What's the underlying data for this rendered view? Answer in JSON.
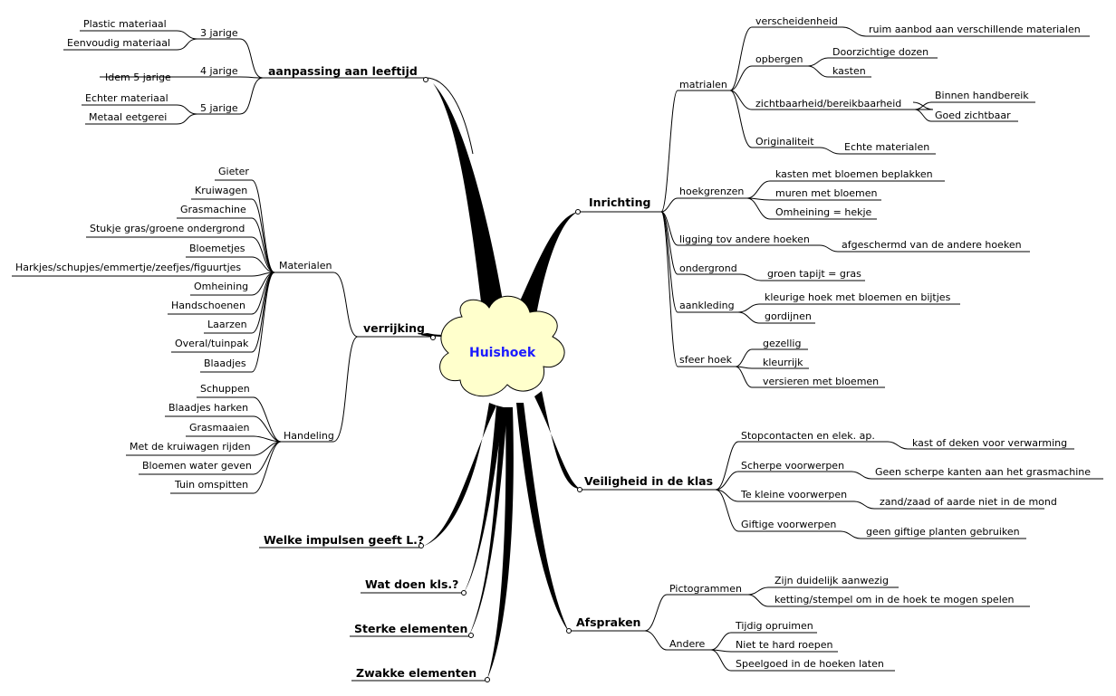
{
  "center": {
    "label": "Huishoek",
    "fill": "#ffffcc",
    "text_color": "#1a1aff"
  },
  "branches": {
    "aanpassing": {
      "label": "aanpassing aan leeftijd",
      "subs": [
        {
          "label": "3 jarige",
          "items": [
            "Plastic materiaal",
            "Eenvoudig materiaal"
          ]
        },
        {
          "label": "4 jarige",
          "items": [
            "Idem 5 jarige"
          ]
        },
        {
          "label": "5 jarige",
          "items": [
            "Echter materiaal",
            "Metaal eetgerei"
          ]
        }
      ]
    },
    "verrijking": {
      "label": "verrijking",
      "subs": [
        {
          "label": "Materialen",
          "items": [
            "Gieter",
            "Kruiwagen",
            "Grasmachine",
            "Stukje gras/groene ondergrond",
            "Bloemetjes",
            "Harkjes/schupjes/emmertje/zeefjes/figuurtjes",
            "Omheining",
            "Handschoenen",
            "Laarzen",
            "Overal/tuinpak",
            "Blaadjes"
          ]
        },
        {
          "label": "Handeling",
          "items": [
            "Schuppen",
            "Blaadjes harken",
            "Grasmaaien",
            "Met de kruiwagen rijden",
            "Bloemen water geven",
            "Tuin omspitten"
          ]
        }
      ]
    },
    "impulsen": {
      "label": "Welke impulsen geeft L.?"
    },
    "watdoen": {
      "label": "Wat doen kls.?"
    },
    "sterke": {
      "label": "Sterke elementen"
    },
    "zwakke": {
      "label": "Zwakke elementen"
    },
    "inrichting": {
      "label": "Inrichting",
      "subs": [
        {
          "label": "matrialen",
          "subs": [
            {
              "label": "verscheidenheid",
              "items": [
                "ruim aanbod aan verschillende materialen"
              ]
            },
            {
              "label": "opbergen",
              "items": [
                "Doorzichtige dozen",
                "kasten"
              ]
            },
            {
              "label": "zichtbaarheid/bereikbaarheid",
              "items": [
                "Binnen handbereik",
                "Goed zichtbaar"
              ]
            },
            {
              "label": "Originaliteit",
              "items": [
                "Echte materialen"
              ]
            }
          ]
        },
        {
          "label": "hoekgrenzen",
          "items": [
            "kasten met bloemen beplakken",
            "muren met bloemen",
            "Omheining = hekje"
          ]
        },
        {
          "label": "ligging tov andere hoeken",
          "items": [
            "afgeschermd van de andere hoeken"
          ]
        },
        {
          "label": "ondergrond",
          "items": [
            "groen tapijt = gras"
          ]
        },
        {
          "label": "aankleding",
          "items": [
            "kleurige hoek met bloemen en bijtjes",
            "gordijnen"
          ]
        },
        {
          "label": "sfeer hoek",
          "items": [
            "gezellig",
            "kleurrijk",
            "versieren met bloemen"
          ]
        }
      ]
    },
    "veiligheid": {
      "label": "Veiligheid in de klas",
      "subs": [
        {
          "label": "Stopcontacten en elek. ap.",
          "items": [
            "kast of deken voor verwarming"
          ]
        },
        {
          "label": "Scherpe voorwerpen",
          "items": [
            "Geen scherpe kanten aan het grasmachine"
          ]
        },
        {
          "label": "Te kleine voorwerpen",
          "items": [
            "zand/zaad of aarde niet in de mond"
          ]
        },
        {
          "label": "Giftige voorwerpen",
          "items": [
            "geen giftige planten gebruiken"
          ]
        }
      ]
    },
    "afspraken": {
      "label": "Afspraken",
      "subs": [
        {
          "label": "Pictogrammen",
          "items": [
            "Zijn duidelijk aanwezig",
            "ketting/stempel om in de hoek te mogen spelen"
          ]
        },
        {
          "label": "Andere",
          "items": [
            "Tijdig opruimen",
            "Niet te hard roepen",
            "Speelgoed in de hoeken laten"
          ]
        }
      ]
    }
  }
}
